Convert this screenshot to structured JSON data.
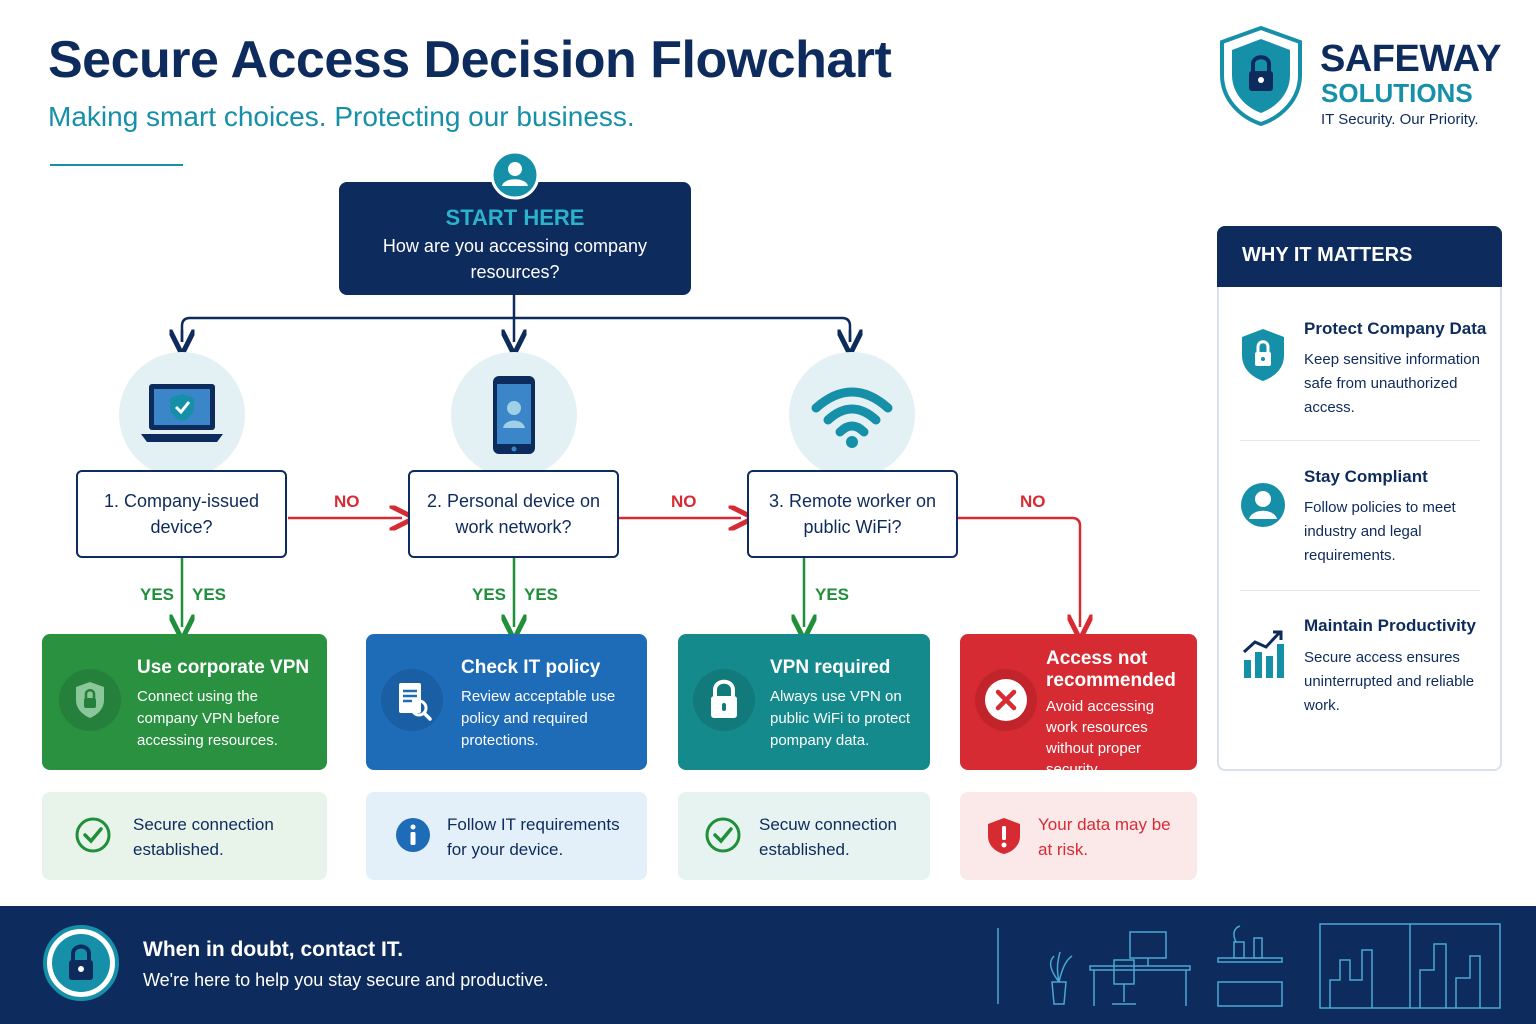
{
  "header": {
    "title": "Secure Access Decision Flowchart",
    "subtitle": "Making smart choices. Protecting our business."
  },
  "brand": {
    "name_line1": "SAFEWAY",
    "name_line2": "SOLUTIONS",
    "tagline": "IT Security. Our Priority."
  },
  "start": {
    "label": "START HERE",
    "question": "How are you accessing company resources?"
  },
  "questions": [
    {
      "text": "1. Company-issued device?",
      "yes_label": "YES",
      "no_label": "NO"
    },
    {
      "text": "2. Personal device on work network?",
      "yes_label": "YES",
      "no_label": "NO"
    },
    {
      "text": "3. Remote worker on public WiFi?",
      "yes_label": "YES",
      "no_label": "NO"
    }
  ],
  "yes_labels": [
    "YES",
    "YES",
    "YES",
    "YES",
    "YES"
  ],
  "outcomes": [
    {
      "title": "Use corporate VPN",
      "text": "Connect using the company VPN before accessing resources.",
      "color": "#2a9141",
      "icon": "shield-lock-icon"
    },
    {
      "title": "Check IT policy",
      "text": "Review acceptable use policy and required protections.",
      "color": "#1e6cb8",
      "icon": "document-search-icon"
    },
    {
      "title": "VPN required",
      "text": "Always use VPN on public WiFi to protect pompany data.",
      "color": "#158a8c",
      "icon": "padlock-icon"
    },
    {
      "title": "Access not recommended",
      "text": "Avoid accessing work resources without proper security.",
      "color": "#d72b33",
      "icon": "x-circle-icon"
    }
  ],
  "notes": [
    {
      "text": "Secure connection established.",
      "bg": "#e8f4ea",
      "icon": "check-circle-icon"
    },
    {
      "text": "Follow IT requirements for your device.",
      "bg": "#e3f0f9",
      "icon": "info-icon"
    },
    {
      "text": "Secuw connection established.",
      "bg": "#e6f3f1",
      "icon": "check-circle-icon"
    },
    {
      "text": "Your data may be at risk.",
      "bg": "#fbe9ea",
      "icon": "alert-shield-icon"
    }
  ],
  "why": {
    "title": "WHY IT MATTERS",
    "items": [
      {
        "title": "Protect Company Data",
        "text": "Keep sensitive information safe from unauthorized access.",
        "icon": "shield-lock-icon"
      },
      {
        "title": "Stay Compliant",
        "text": "Follow policies to meet industry and legal requirements.",
        "icon": "user-icon"
      },
      {
        "title": "Maintain Productivity",
        "text": "Secure access ensures uninterrupted and reliable work.",
        "icon": "growth-chart-icon"
      }
    ]
  },
  "footer": {
    "title": "When in doubt, contact IT.",
    "text": "We're here to help you stay secure and productive."
  },
  "colors": {
    "navy": "#0d2b5c",
    "teal": "#1590a8",
    "green": "#2a9141",
    "blue": "#1e6cb8",
    "red": "#d72b33"
  }
}
